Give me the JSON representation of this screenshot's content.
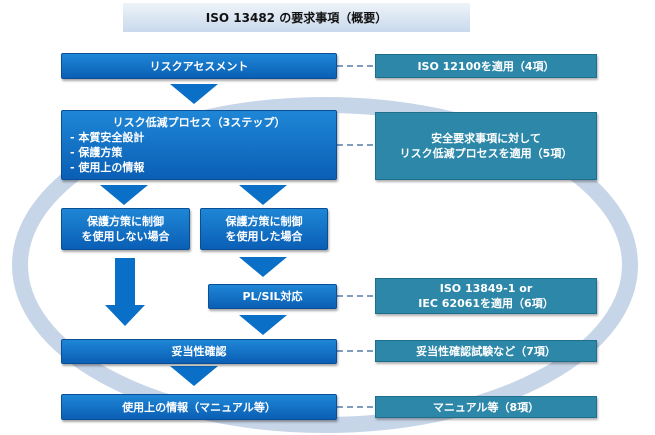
{
  "title": "ISO 13482 の要求事項（概要）",
  "steps": {
    "risk_assessment": "リスクアセスメント",
    "reduction_process": {
      "heading": "リスク低減プロセス（3ステップ）",
      "items": [
        "- 本質安全設計",
        "- 保護方策",
        "- 使用上の情報"
      ]
    },
    "no_control": [
      "保護方策に制御",
      "を使用しない場合"
    ],
    "with_control": [
      "保護方策に制御",
      "を使用した場合"
    ],
    "pl_sil": "PL/SIL対応",
    "validation": "妥当性確認",
    "info_for_use": "使用上の情報（マニュアル等）"
  },
  "clauses": {
    "iso12100": "ISO 12100を適用（4項）",
    "safety_requirements": [
      "安全要求事項に対して",
      "リスク低減プロセスを適用（5項）"
    ],
    "iso13849": [
      "ISO 13849-1 or",
      "IEC 62061を適用（6項）"
    ],
    "validation_tests": "妥当性確認試験など（7項）",
    "manual": "マニュアル等（8項）"
  },
  "colors": {
    "step_blue": "#0a6fc6",
    "clause_teal": "#2d87a8",
    "ellipse": "#c7d5e8",
    "connector": "#7f9cbf"
  }
}
